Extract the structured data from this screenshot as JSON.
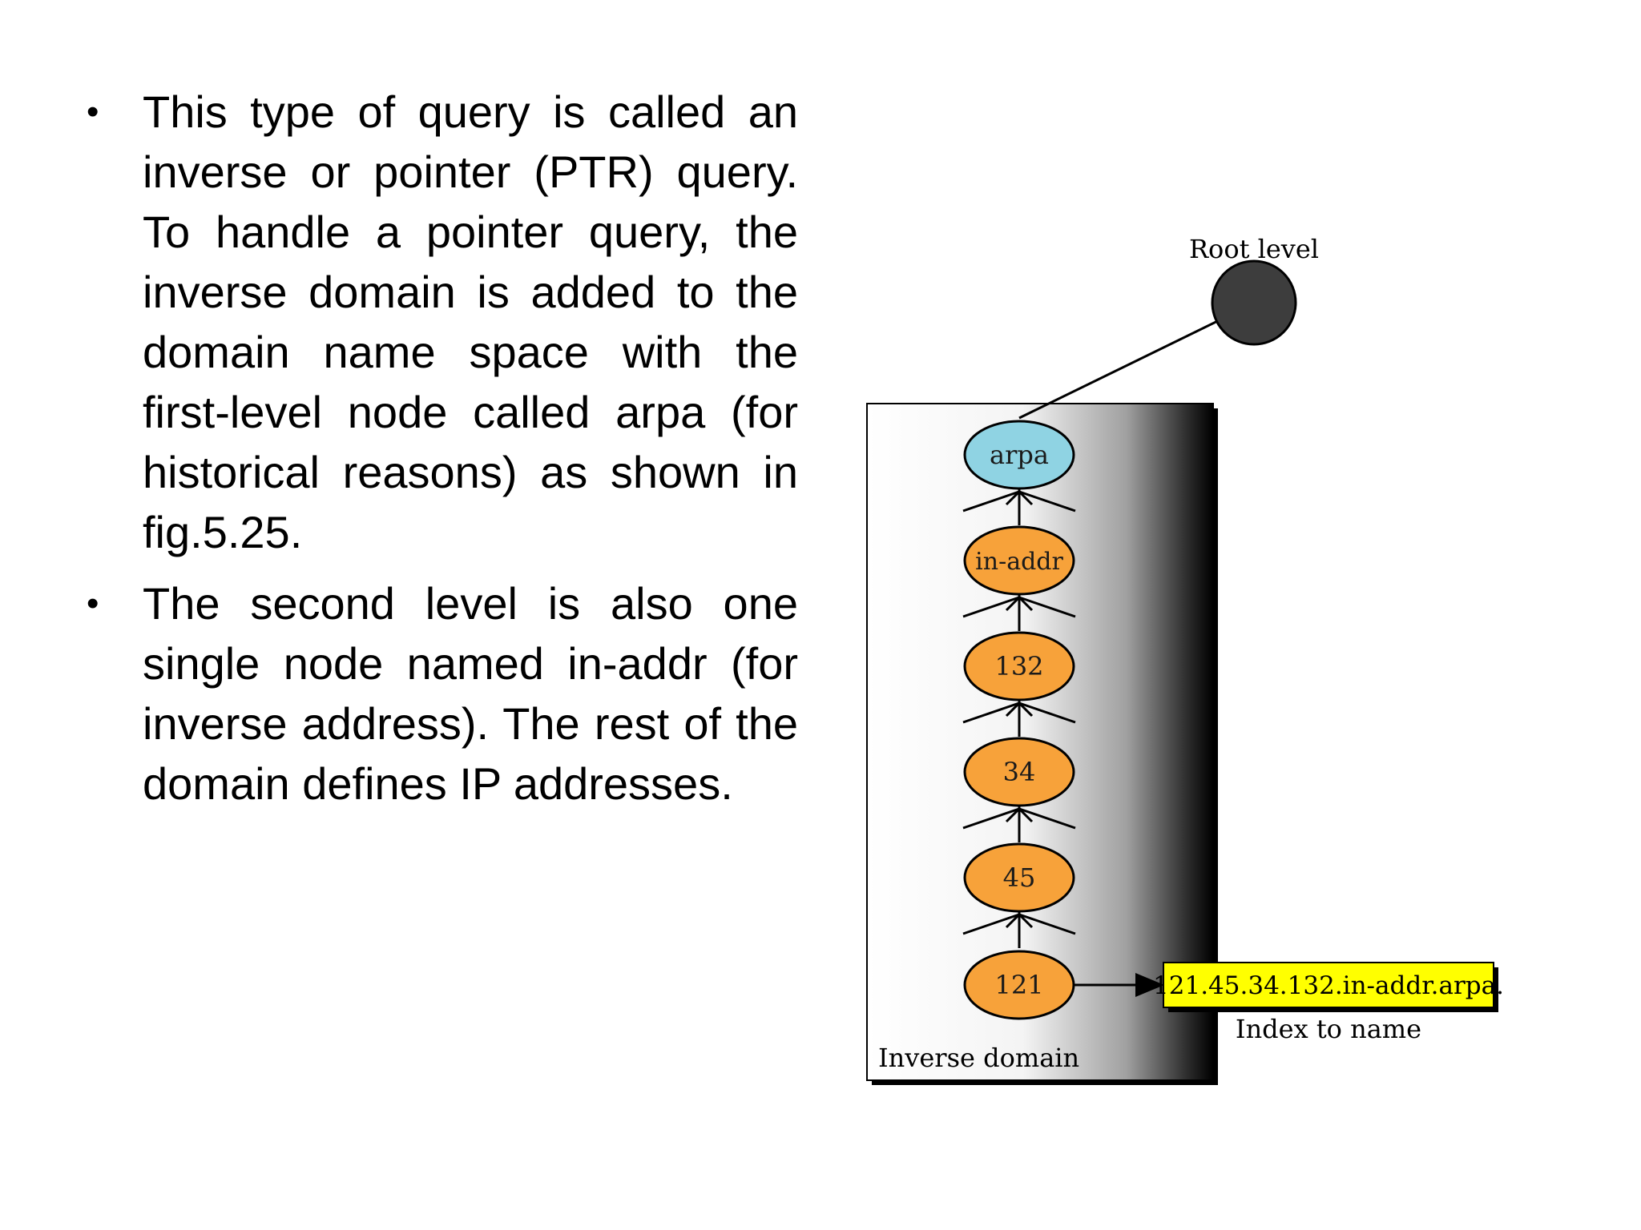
{
  "bullets": [
    {
      "text": "This type of query is called an inverse or pointer (PTR) query. To handle a pointer query, the inverse domain is added to the domain name space with the first-level node called arpa (for historical reasons) as shown in fig.5.25."
    },
    {
      "text": "The second level is also one single node named in-addr (for inverse address). The rest of the domain defines IP addresses."
    }
  ],
  "diagram": {
    "root_label": "Root level",
    "domain_box_label": "Inverse domain",
    "nodes": [
      {
        "label": "arpa"
      },
      {
        "label": "in-addr"
      },
      {
        "label": "132"
      },
      {
        "label": "34"
      },
      {
        "label": "45"
      },
      {
        "label": "121"
      }
    ],
    "result_label": "121.45.34.132.in-addr.arpa.",
    "index_label": "Index to name",
    "colors": {
      "root_node": "#3d3d3d",
      "arpa_node": "#8fd3e3",
      "ip_node": "#f7a23a",
      "result_box": "#ffff00"
    }
  }
}
